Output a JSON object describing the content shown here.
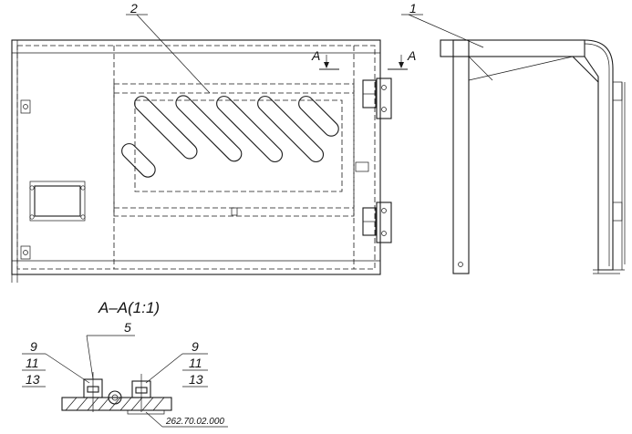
{
  "callouts": {
    "main_front": "2",
    "side_view": "1",
    "detail_top": "5"
  },
  "section": {
    "marker_letter": "A",
    "title": "A–A(1:1)"
  },
  "detail": {
    "left_stack": [
      "9",
      "11",
      "13"
    ],
    "right_stack": [
      "9",
      "11",
      "13"
    ],
    "part_number": "262.70.02.000"
  }
}
